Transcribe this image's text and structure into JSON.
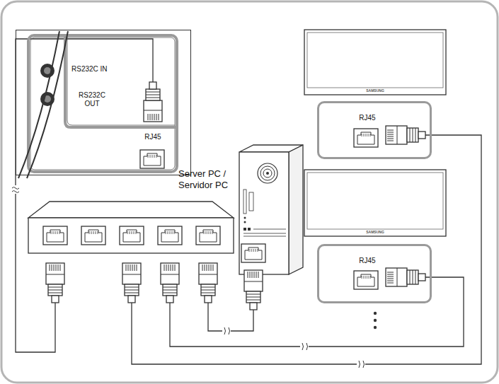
{
  "diagram": {
    "nodes": [
      {
        "text": [
          "RS232C IN",
          "RS232C OUT",
          "RJ45"
        ]
      },
      {
        "text": [
          "Server PC / Servidor PC"
        ]
      },
      {
        "text": [
          "RJ45"
        ]
      },
      {
        "text": [
          "RJ45"
        ]
      }
    ],
    "labels": [
      "SAMSUNG",
      "SAMSUNG"
    ]
  }
}
